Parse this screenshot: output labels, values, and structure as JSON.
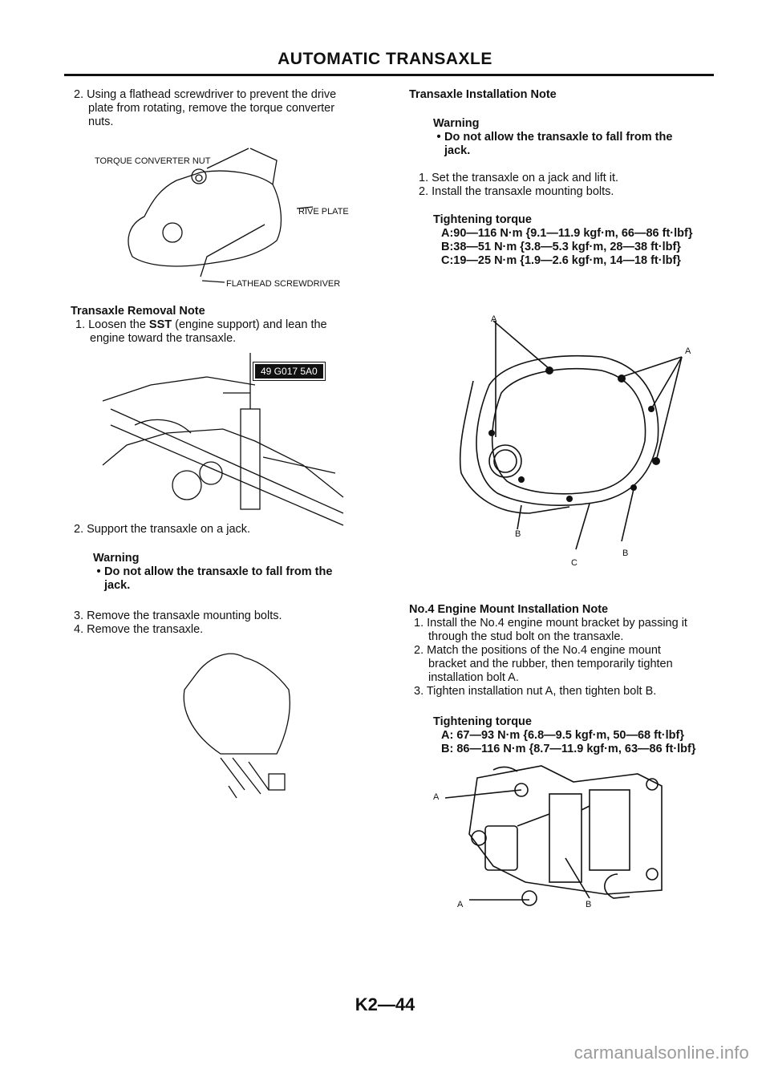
{
  "header": {
    "title": "AUTOMATIC TRANSAXLE"
  },
  "left": {
    "step2_lines": [
      "2. Using a flathead screwdriver to prevent the drive",
      "plate from rotating, remove the torque converter",
      "nuts."
    ],
    "fig1": {
      "label_nut": "TORQUE CONVERTER NUT",
      "label_plate": "RIVE PLATE",
      "label_screwdriver": "FLATHEAD SCREWDRIVER"
    },
    "removal": {
      "title": "Transaxle Removal Note",
      "step1_pre": "1. Loosen the ",
      "step1_bold": "SST",
      "step1_post": " (engine support) and lean the",
      "step1_line2": "engine toward the transaxle."
    },
    "fig2": {
      "tag": "49 G017 5A0"
    },
    "step2b": "2. Support the transaxle on a jack.",
    "warning_label": "Warning",
    "warning_lines": [
      "Do not allow the transaxle to fall from the",
      "jack."
    ],
    "step3": "3. Remove the transaxle mounting bolts.",
    "step4": "4. Remove the transaxle."
  },
  "right": {
    "install_title": "Transaxle Installation Note",
    "warning_label": "Warning",
    "warning_lines": [
      "Do not allow the transaxle to fall from the",
      "jack."
    ],
    "step1": "1. Set the transaxle on a jack and lift it.",
    "step2": "2. Install the transaxle mounting bolts.",
    "torque_label": "Tightening torque",
    "torque_lines": [
      "A:90—116 N·m {9.1—11.9 kgf·m, 66—86 ft·lbf}",
      "B:38—51 N·m {3.8—5.3 kgf·m, 28—38 ft·lbf}",
      "C:19—25 N·m {1.9—2.6 kgf·m, 14—18 ft·lbf}"
    ],
    "fig3": {
      "a_top": "A",
      "a_right": "A",
      "b_left": "B",
      "c": "C",
      "b_right": "B"
    },
    "mount_title": "No.4 Engine Mount Installation Note",
    "mount_lines": [
      "1. Install the No.4 engine mount bracket by passing it",
      "through the stud bolt on the transaxle.",
      "2. Match the positions of the No.4 engine mount",
      "bracket and the rubber, then temporarily tighten",
      "installation bolt A.",
      "3. Tighten installation nut A, then tighten bolt B."
    ],
    "mount_torque_label": "Tightening torque",
    "mount_torque_lines": [
      "A: 67—93 N·m {6.8—9.5 kgf·m, 50—68 ft·lbf}",
      "B: 86—116 N·m {8.7—11.9 kgf·m, 63—86 ft·lbf}"
    ],
    "fig4": {
      "a_top": "A",
      "a_bottom": "A",
      "b": "B"
    }
  },
  "footer": {
    "page": "K2—44",
    "watermark": "carmanualsonline.info"
  }
}
